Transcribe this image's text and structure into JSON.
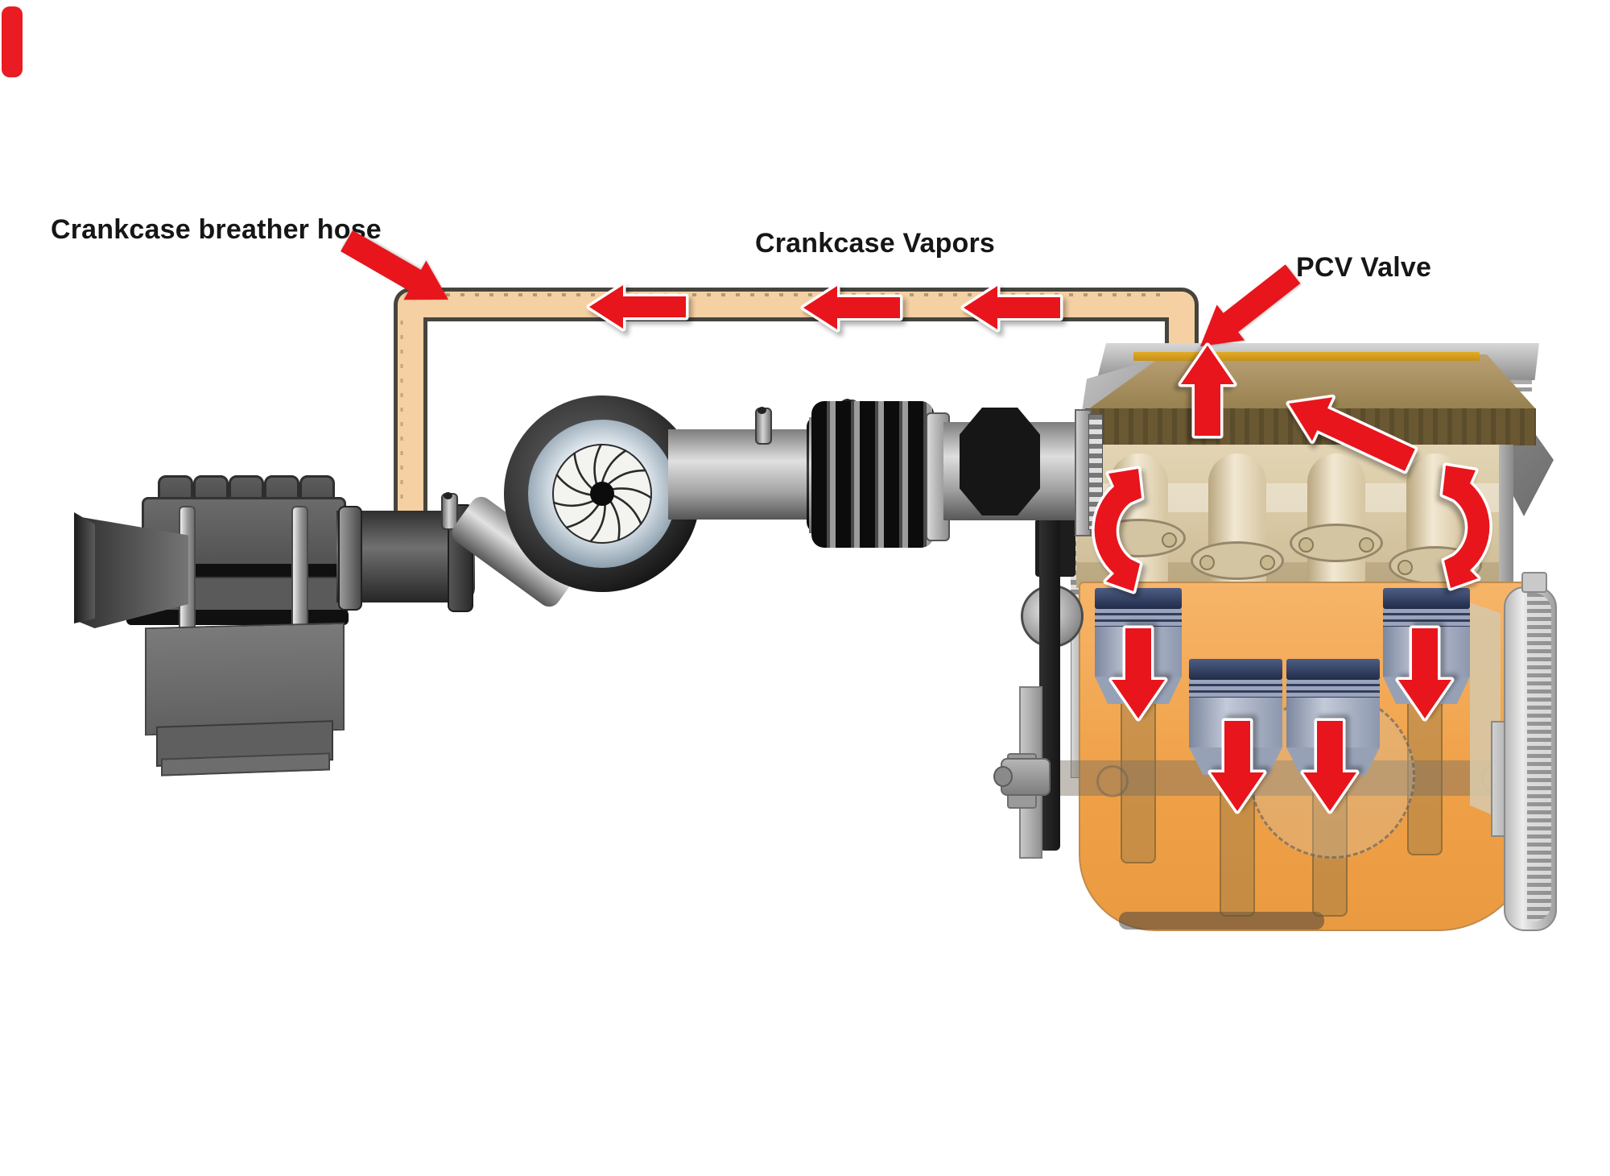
{
  "labels": {
    "crankcase_breather_hose": "Crankcase breather hose",
    "crankcase_vapors": "Crankcase Vapors",
    "pcv_valve": "PCV Valve"
  },
  "icons": {
    "flow_arrow_left": "left-pointing red flow arrow",
    "flow_arrow_up": "up-pointing red flow arrow",
    "flow_arrow_down": "down-pointing red flow arrow",
    "circulation_arrow": "curved double-headed red circulation arrow",
    "pointer_arrow": "solid red label pointer arrow"
  },
  "colors": {
    "background": "#ffffff",
    "arrow_red": "#e8151c",
    "hose_tan": "#f4d0a2",
    "hose_outline": "#45443e",
    "engine_block_orange": "#f2a74f",
    "valve_cover_olive": "#6a5833",
    "intake_cream": "#d9c9a6",
    "piston_blue_gray": "#8d97ad",
    "metal_silver": "#c9ced3",
    "dark_metal": "#2b2b2b",
    "label_text": "#161616"
  }
}
